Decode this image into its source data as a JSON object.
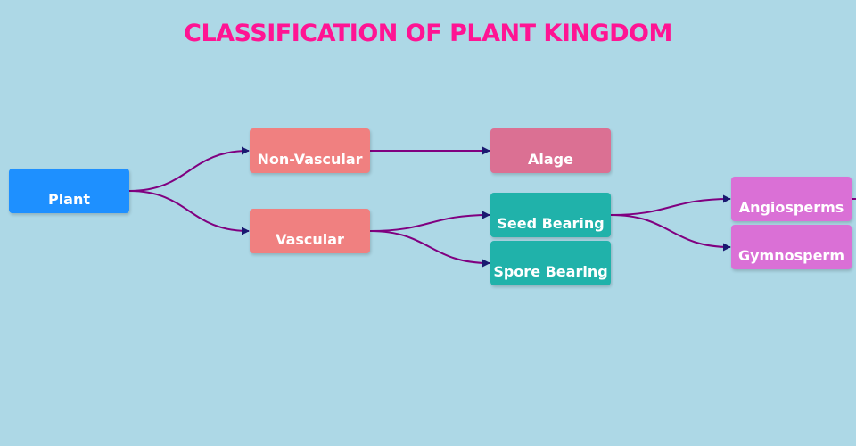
{
  "title": "CLASSIFICATION OF PLANT KINGDOM",
  "colors": {
    "background": "#add8e6",
    "title": "#ff1493",
    "edge": "#800080",
    "arrowhead": "#191970"
  },
  "nodes": [
    {
      "id": "plant",
      "label": "Plant",
      "color": "#1e90ff"
    },
    {
      "id": "non-vascular",
      "label": "Non-Vascular",
      "color": "#f08080"
    },
    {
      "id": "vascular",
      "label": "Vascular",
      "color": "#f08080"
    },
    {
      "id": "alage",
      "label": "Alage",
      "color": "#db7093"
    },
    {
      "id": "seed-bearing",
      "label": "Seed Bearing",
      "color": "#20b2aa"
    },
    {
      "id": "spore-bearing",
      "label": "Spore Bearing",
      "color": "#20b2aa"
    },
    {
      "id": "angiosperms",
      "label": "Angiosperms",
      "color": "#da70d6"
    },
    {
      "id": "gymnosperm",
      "label": "Gymnosperm",
      "color": "#da70d6"
    }
  ],
  "edges": [
    {
      "from": "plant",
      "to": "non-vascular"
    },
    {
      "from": "plant",
      "to": "vascular"
    },
    {
      "from": "non-vascular",
      "to": "alage"
    },
    {
      "from": "vascular",
      "to": "seed-bearing"
    },
    {
      "from": "vascular",
      "to": "spore-bearing"
    },
    {
      "from": "seed-bearing",
      "to": "angiosperms"
    },
    {
      "from": "seed-bearing",
      "to": "gymnosperm"
    },
    {
      "from": "angiosperms",
      "to": null
    }
  ]
}
